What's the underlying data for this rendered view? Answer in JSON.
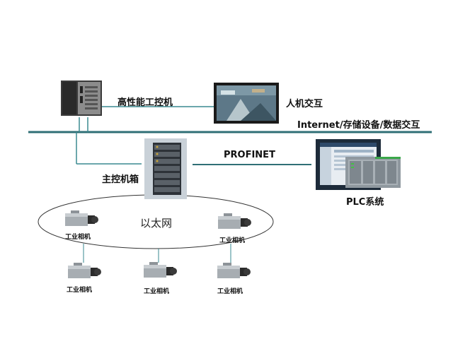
{
  "labels": {
    "industrial_pc": "高性能工控机",
    "hmi": "人机交互",
    "internet": "Internet/存储设备/数据交互",
    "main_chassis": "主控机箱",
    "profinet": "PROFINET",
    "plc": "PLC系统",
    "ethernet": "以太网",
    "camera": "工业相机"
  },
  "colors": {
    "line": "#3a8a90",
    "bus": "#2f6f76",
    "ellipse_stroke": "#333333"
  },
  "icons": {
    "industrial_pc": "industrial-pc-icon",
    "hmi": "monitor-screen-icon",
    "main_chassis": "server-rack-icon",
    "plc": "plc-system-icon",
    "camera": "industrial-camera-icon"
  }
}
